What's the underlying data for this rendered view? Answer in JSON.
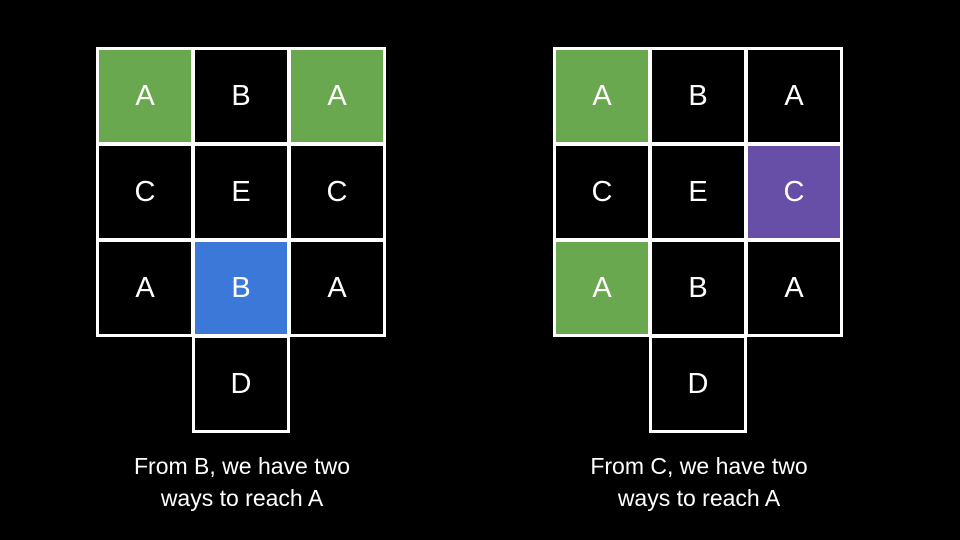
{
  "colors": {
    "background": "#000000",
    "border": "#ffffff",
    "text": "#ffffff",
    "green": "#6aa84f",
    "blue": "#3c78d8",
    "purple": "#674ea7"
  },
  "panels": [
    {
      "cells": [
        {
          "label": "A",
          "fill": "green"
        },
        {
          "label": "B",
          "fill": ""
        },
        {
          "label": "A",
          "fill": "green"
        },
        {
          "label": "C",
          "fill": ""
        },
        {
          "label": "E",
          "fill": ""
        },
        {
          "label": "C",
          "fill": ""
        },
        {
          "label": "A",
          "fill": ""
        },
        {
          "label": "B",
          "fill": "blue"
        },
        {
          "label": "A",
          "fill": ""
        },
        {
          "label": "D",
          "fill": ""
        }
      ],
      "caption": {
        "line1": "From B, we have two",
        "line2": "ways to reach A"
      }
    },
    {
      "cells": [
        {
          "label": "A",
          "fill": "green"
        },
        {
          "label": "B",
          "fill": ""
        },
        {
          "label": "A",
          "fill": ""
        },
        {
          "label": "C",
          "fill": ""
        },
        {
          "label": "E",
          "fill": ""
        },
        {
          "label": "C",
          "fill": "purple"
        },
        {
          "label": "A",
          "fill": "green"
        },
        {
          "label": "B",
          "fill": ""
        },
        {
          "label": "A",
          "fill": ""
        },
        {
          "label": "D",
          "fill": ""
        }
      ],
      "caption": {
        "line1": "From C, we have two",
        "line2": "ways to reach A"
      }
    }
  ]
}
